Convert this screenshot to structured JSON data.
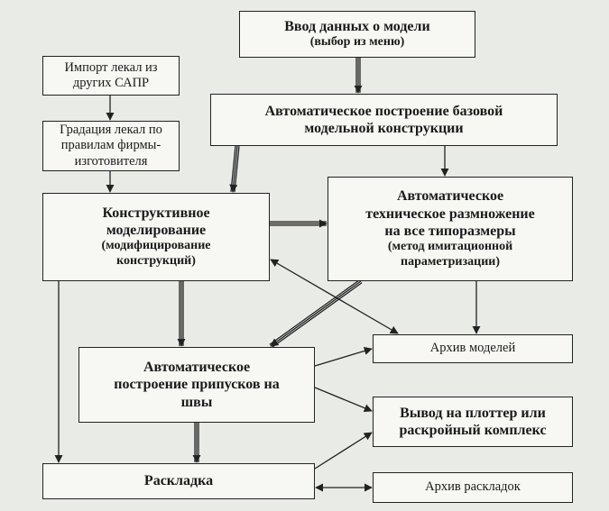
{
  "diagram": {
    "nodes": {
      "input": {
        "line1": "Ввод данных о модели",
        "line2": "(выбор из меню)"
      },
      "import": {
        "line1": "Импорт лекал из",
        "line2": "других САПР"
      },
      "grading": {
        "line1": "Градация лекал по",
        "line2": "правилам фирмы-",
        "line3": "изготовителя"
      },
      "auto_base": {
        "line1": "Автоматическое построение базовой",
        "line2": "модельной конструкции"
      },
      "design": {
        "line1": "Конструктивное",
        "line2": "моделирование",
        "line3": "(модифицирование",
        "line4": "конструкций)"
      },
      "sizing": {
        "line1": "Автоматическое",
        "line2": "техническое размножение",
        "line3": "на все типоразмеры",
        "line4": "(метод имитационной",
        "line5": "параметризации)"
      },
      "allowance": {
        "line1": "Автоматическое",
        "line2": "построение припусков на",
        "line3": "швы"
      },
      "archive_models": {
        "label": "Архив моделей"
      },
      "plotter": {
        "line1": "Вывод на плоттер или",
        "line2": "раскройный комплекс"
      },
      "layout": {
        "label": "Раскладка"
      },
      "archive_layouts": {
        "label": "Архив раскладок"
      }
    },
    "line_color": "#222222",
    "box_fill": "#f7f7f3",
    "background": "#e9ebe6"
  }
}
